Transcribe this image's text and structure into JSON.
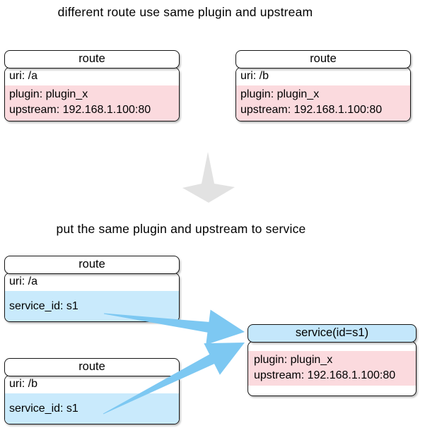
{
  "top_section": {
    "title": "different route use same plugin and upstream",
    "route_a": {
      "header": "route",
      "uri": "uri: /a",
      "plugin": "plugin: plugin_x",
      "upstream": "upstream: 192.168.1.100:80"
    },
    "route_b": {
      "header": "route",
      "uri": "uri: /b",
      "plugin": "plugin: plugin_x",
      "upstream": "upstream: 192.168.1.100:80"
    }
  },
  "bottom_section": {
    "title": "put the same plugin and upstream to service",
    "route_a": {
      "header": "route",
      "uri": "uri: /a",
      "service_id": "service_id: s1"
    },
    "route_b": {
      "header": "route",
      "uri": "uri: /b",
      "service_id": "service_id: s1"
    },
    "service": {
      "header": "service(id=s1)",
      "plugin": "plugin: plugin_x",
      "upstream": "upstream: 192.168.1.100:80"
    }
  },
  "icons": {
    "down_arrow": "transform-down-arrow",
    "flow_arrows": "route-to-service-arrows"
  },
  "colors": {
    "pink_fill": "#fbdade",
    "blue_fill": "#c9eafc",
    "service_header_blue": "#c4e7fb",
    "arrow_blue": "#7dc8f2",
    "down_arrow_gray": "#e2e2e2",
    "border": "#161616",
    "background": "#ffffff"
  }
}
